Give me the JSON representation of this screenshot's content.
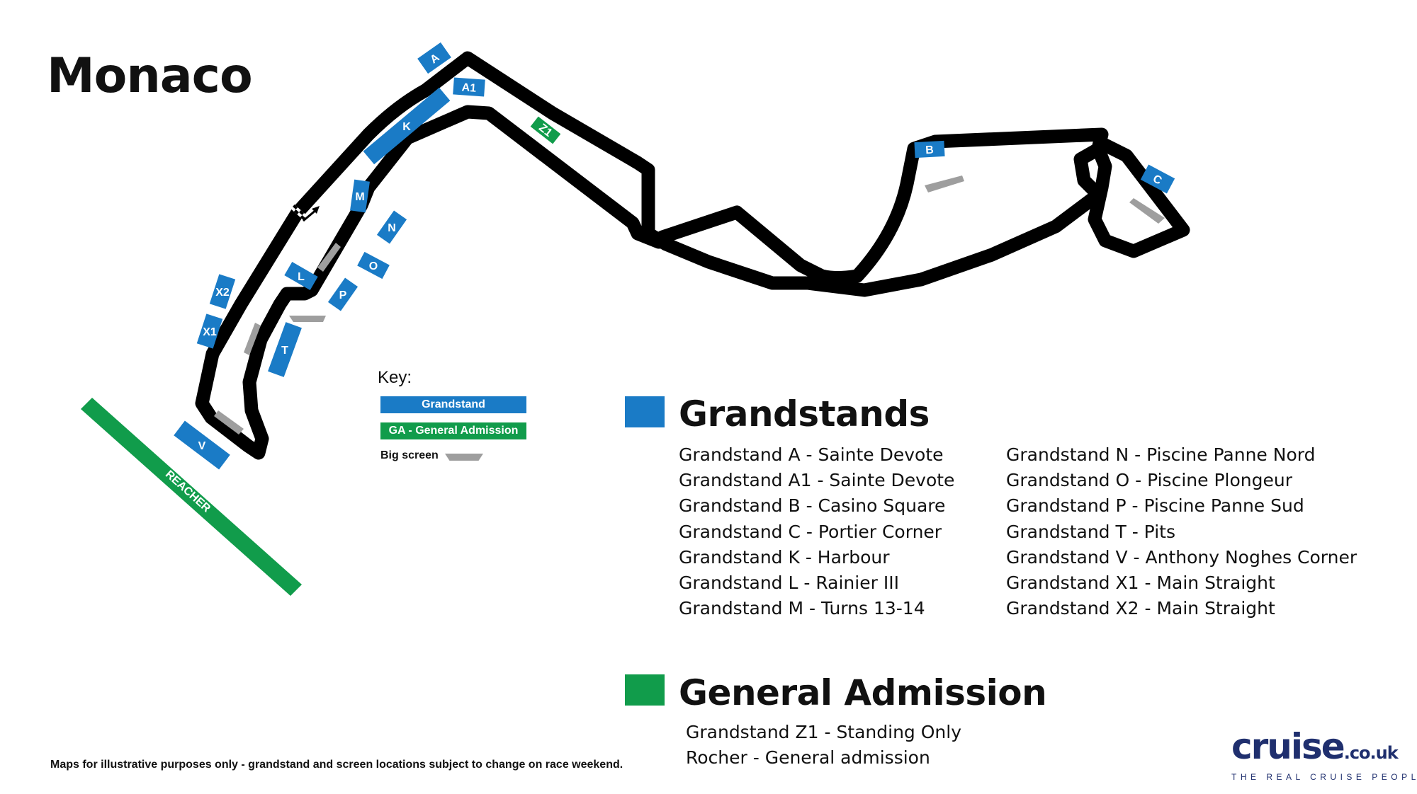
{
  "title": "Monaco",
  "colors": {
    "grandstand": "#1a7bc6",
    "general_admission": "#119c4b",
    "big_screen": "#9e9e9e",
    "track": "#000000",
    "brand": "#1f2f6e"
  },
  "map_labels": {
    "A": "A",
    "A1": "A1",
    "K": "K",
    "Z1": "Z1",
    "B": "B",
    "C": "C",
    "M": "M",
    "N": "N",
    "O": "O",
    "L": "L",
    "P": "P",
    "X2": "X2",
    "X1": "X1",
    "T": "T",
    "V": "V",
    "reacher": "REACHER"
  },
  "key": {
    "title": "Key:",
    "grandstand": "Grandstand",
    "general_admission": "GA - General Admission",
    "big_screen": "Big screen"
  },
  "grandstands": {
    "heading": "Grandstands",
    "left": [
      "Grandstand A - Sainte Devote",
      "Grandstand A1 - Sainte Devote",
      "Grandstand B - Casino Square",
      "Grandstand C - Portier Corner",
      "Grandstand K - Harbour",
      "Grandstand L - Rainier III",
      "Grandstand M - Turns 13-14"
    ],
    "right": [
      "Grandstand N - Piscine Panne Nord",
      "Grandstand O - Piscine Plongeur",
      "Grandstand P - Piscine Panne Sud",
      "Grandstand T - Pits",
      "Grandstand V - Anthony Noghes Corner",
      "Grandstand X1 - Main Straight",
      "Grandstand X2 - Main Straight"
    ]
  },
  "general_admission": {
    "heading": "General Admission",
    "items": [
      "Grandstand Z1 - Standing Only",
      "Rocher - General admission"
    ]
  },
  "disclaimer": "Maps for illustrative purposes only - grandstand and screen locations subject to change on race weekend.",
  "logo": {
    "main": "cruise",
    "suffix": ".co.uk",
    "tagline": "THE REAL CRUISE PEOPLE"
  }
}
